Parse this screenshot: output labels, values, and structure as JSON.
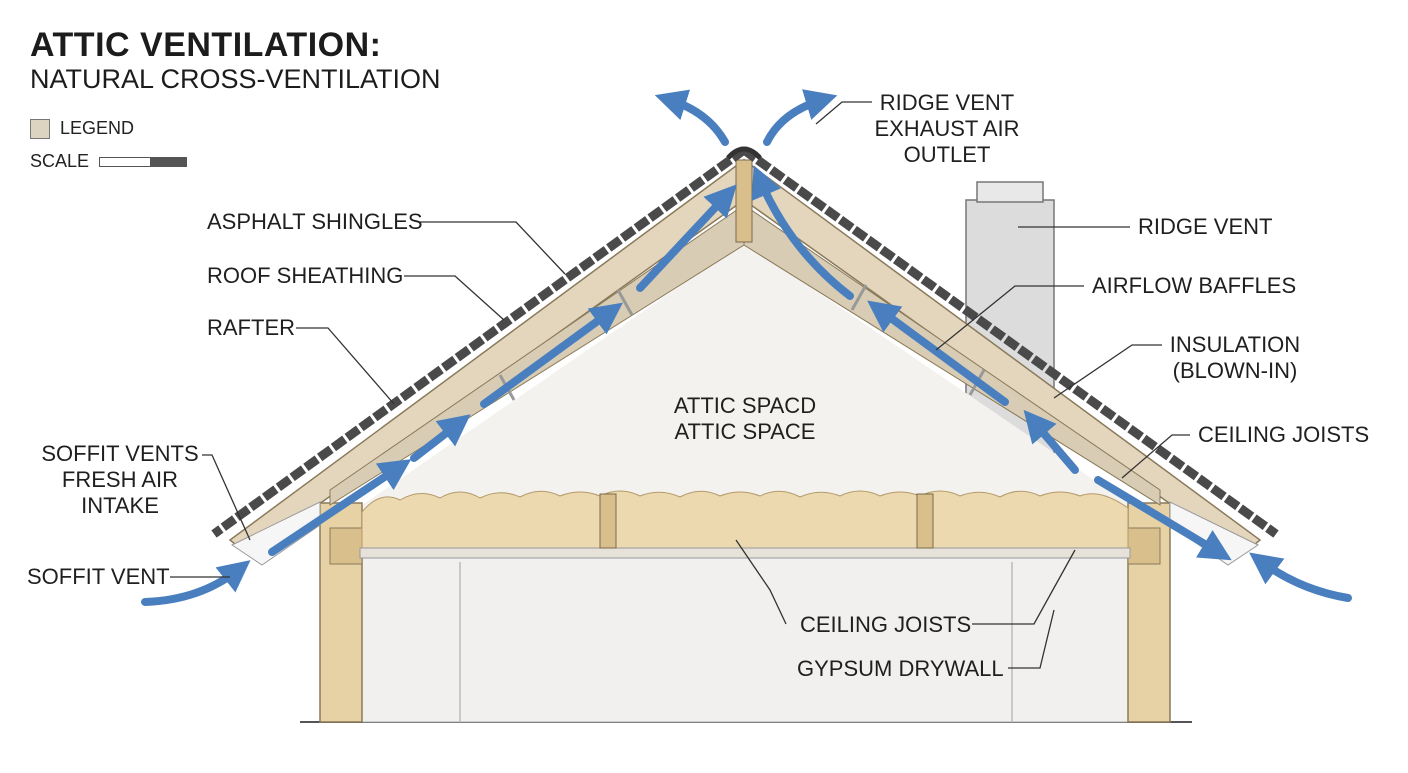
{
  "title": "ATTIC VENTILATION:",
  "subtitle": "NATURAL CROSS-VENTILATION",
  "legend": {
    "label": "LEGEND"
  },
  "scale": {
    "label": "SCALE"
  },
  "labels": {
    "ridge_vent_exhaust": [
      "RIDGE VENT",
      "EXHAUST AIR",
      "OUTLET"
    ],
    "asphalt_shingles": "ASPHALT SHINGLES",
    "roof_sheathing": "ROOF SHEATHING",
    "rafter": "RAFTER",
    "soffit_vents_intake": [
      "SOFFIT VENTS",
      "FRESH AIR",
      "INTAKE"
    ],
    "soffit_vent": "SOFFIT VENT",
    "ridge_vent": "RIDGE VENT",
    "airflow_baffles": "AIRFLOW BAFFLES",
    "insulation": [
      "INSULATION",
      "(BLOWN-IN)"
    ],
    "ceiling_joists_right": "CEILING JOISTS",
    "attic_space": [
      "ATTIC SPACD",
      "ATTIC SPACE"
    ],
    "ceiling_joists_bottom": "CEILING JOISTS",
    "gypsum_drywall": "GYPSUM DRYWALL"
  },
  "colors": {
    "airflow_arrow": "#4a7fbf",
    "shingle": "#4a4a4a",
    "sheathing": "#d8ccb4",
    "insulation": "#ecd9b0",
    "wood_framing": "#d9bf8c"
  }
}
